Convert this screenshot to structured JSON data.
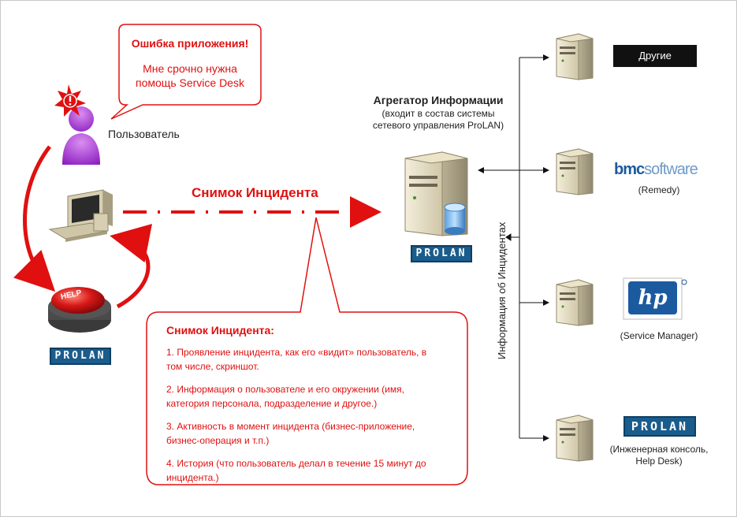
{
  "colors": {
    "accent": "#e01010",
    "prolan": "#1a5c8c",
    "dark": "#111111"
  },
  "error_callout": {
    "title": "Ошибка приложения!",
    "line1": "Мне срочно нужна",
    "line2": "помощь Service Desk"
  },
  "user_label": "Пользователь",
  "snapshot_label": "Снимок Инцидента",
  "aggregator": {
    "title": "Агрегатор Информации",
    "line1": "(входит в состав системы",
    "line2": "сетевого управления ProLAN)"
  },
  "prolan_logo": "PROLAN",
  "help_button": "HELP",
  "vertical_label": "Информация об Инцидентах",
  "targets": {
    "other": "Другие",
    "bmc_logo_a": "bmc",
    "bmc_logo_b": "software",
    "bmc_sub": "(Remedy)",
    "hp_logo": "hp",
    "hp_sub": "(Service Manager)",
    "prolan_sub1": "(Инженерная консоль,",
    "prolan_sub2": "Help Desk)"
  },
  "incident_box": {
    "title": "Снимок Инцидента:",
    "items": [
      {
        "line1": "1. Проявление инцидента, как его «видит» пользователь, в",
        "line2": "том числе, скриншот."
      },
      {
        "line1": "2. Информация о пользователе и его окружении (имя,",
        "line2": "категория персонала, подразделение и другое.)"
      },
      {
        "line1": "3. Активность в момент инцидента (бизнес-приложение,",
        "line2": "бизнес-операция и т.п.)"
      },
      {
        "line1": "4. История (что пользователь делал в течение 15 минут до",
        "line2": "инцидента.)"
      }
    ]
  }
}
